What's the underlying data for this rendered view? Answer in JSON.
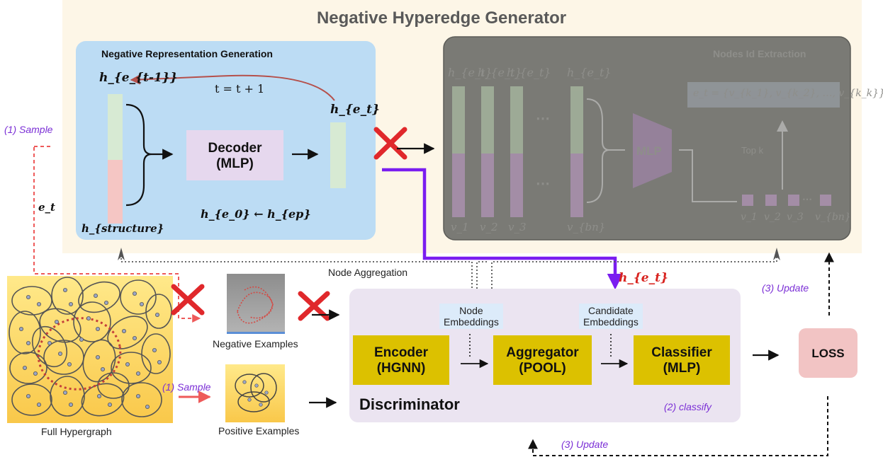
{
  "title": "Negative Hyperedge Generator",
  "neg_rep": {
    "title": "Negative Representation Generation",
    "h_prev": "h_{e_{t-1}}",
    "h_struct": "h_{structure}",
    "t_update": "t = t + 1",
    "h_cur": "h_{e_t}",
    "decoder_line1": "Decoder",
    "decoder_line2": "(MLP)",
    "init": "h_{e_0} ← h_{ep}"
  },
  "nodes_id": {
    "title": "Nodes Id Extraction",
    "columns": [
      "h_{e_t}",
      "h_{e_t}",
      "h_{e_t}",
      "h_{e_t}"
    ],
    "col_nodes": [
      "v_1",
      "v_2",
      "v_3",
      "v_{bn}"
    ],
    "dots": "⋯",
    "mlp": "MLP",
    "formula": "e_t = {v_{k_1}, v_{k_2}, …, v_{k_k}}",
    "topk": "Top k",
    "out_nodes": [
      "v_1",
      "v_2",
      "v_3",
      "v_{bn}"
    ]
  },
  "left": {
    "sample_top": "(1) Sample",
    "e_t": "e_t",
    "full_hypergraph": "Full Hypergraph",
    "negative_examples": "Negative Examples",
    "sample_bottom": "(1) Sample",
    "positive_examples": "Positive Examples"
  },
  "node_aggregation": "Node Aggregation",
  "h_et_red": "h_{e_t}",
  "discriminator": {
    "title": "Discriminator",
    "node_emb": "Node\nEmbeddings",
    "cand_emb": "Candidate\nEmbeddings",
    "encoder_line1": "Encoder",
    "encoder_line2": "(HGNN)",
    "aggregator_line1": "Aggregator",
    "aggregator_line2": "(POOL)",
    "classifier_line1": "Classifier",
    "classifier_line2": "(MLP)",
    "classify": "(2) classify"
  },
  "loss": "LOSS",
  "update_right": "(3) Update",
  "update_bottom": "(3) Update",
  "colors": {
    "generator_bg": "#fdf6e7",
    "neg_rep_bg": "#bcdcf4",
    "nodes_id_bg": "#7a7a75",
    "discriminator_bg": "#ebe4f1",
    "module_yellow": "#dcc100",
    "loss_bg": "#f2c4c4",
    "purple_arrow": "#7a1df0",
    "red_cross": "#e0282b"
  }
}
